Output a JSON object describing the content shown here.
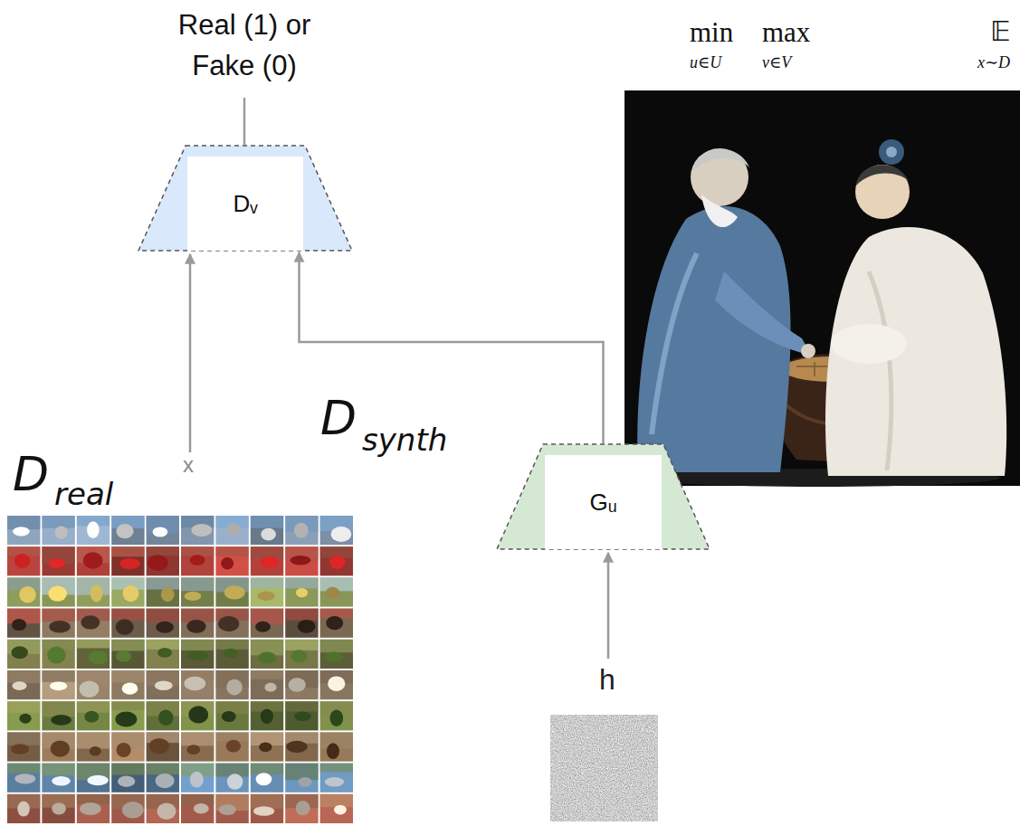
{
  "diagram": {
    "nodes": [
      {
        "text": [
          "Dᵥ"
        ]
      },
      {
        "text": [
          "Gᵤ"
        ]
      }
    ],
    "edges": [
      {
        "from": 1,
        "to": 0,
        "arrow": "to"
      }
    ],
    "labels": [
      "Real (1) or Fake (0)",
      "x",
      "h",
      "D",
      "real",
      "D",
      "synth",
      "min",
      "max",
      "𝔼",
      "u∈U",
      "v∈V",
      "x∼D"
    ]
  }
}
